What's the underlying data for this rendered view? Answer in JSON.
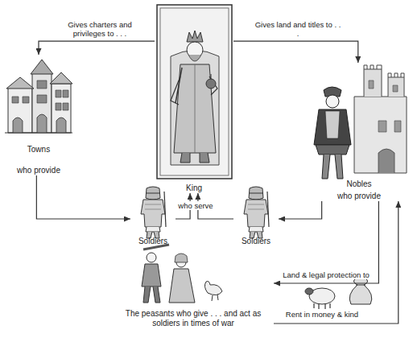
{
  "diagram": {
    "nodes": [
      {
        "text": [
          "King"
        ]
      },
      {
        "text": [
          "Towns",
          "who provide"
        ]
      },
      {
        "text": [
          "Nobles",
          "who provide"
        ]
      },
      {
        "text": [
          "Soldiers"
        ]
      },
      {
        "text": [
          "Soldiers"
        ]
      },
      {
        "text": [
          "The peasants who give . . . and act as soldiers in times of war"
        ]
      }
    ],
    "edges": [
      {
        "from": 0,
        "to": 1,
        "label": "Gives charters and privileges to . . .",
        "arrow": "to"
      },
      {
        "from": 0,
        "to": 2,
        "label": "Gives land and titles to . . .",
        "arrow": "to"
      },
      {
        "from": 3,
        "to": 0,
        "label": "who serve",
        "arrow": "to"
      },
      {
        "from": 4,
        "to": 0,
        "arrow": "to"
      },
      {
        "from": 1,
        "to": 3,
        "arrow": "to"
      },
      {
        "from": 2,
        "to": 4,
        "arrow": "to"
      },
      {
        "from": 2,
        "to": 5,
        "label": "Land & legal protection to",
        "arrow": "to"
      },
      {
        "from": 5,
        "to": 2,
        "label": "Rent in money & kind",
        "arrow": "to"
      }
    ]
  }
}
